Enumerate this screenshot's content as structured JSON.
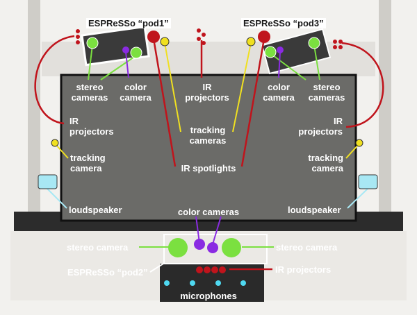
{
  "labels": {
    "pod1": "ESPReSSo “pod1”",
    "pod3": "ESPReSSo “pod3”",
    "pod2": "ESPReSSo “pod2”",
    "stereo_cameras_left": "stereo\ncameras",
    "color_camera_left": "color\ncamera",
    "ir_projectors_top": "IR\nprojectors",
    "color_camera_right": "color\ncamera",
    "stereo_cameras_right": "stereo\ncameras",
    "ir_projectors_left": "IR\nprojectors",
    "ir_projectors_right": "IR\nprojectors",
    "tracking_cameras_center": "tracking\ncameras",
    "tracking_camera_left": "tracking\ncamera",
    "tracking_camera_right": "tracking\ncamera",
    "ir_spotlights": "IR spotlights",
    "loudspeaker_left": "loudspeaker",
    "loudspeaker_right": "loudspeaker",
    "color_cameras_bottom": "color cameras",
    "stereo_camera_left": "stereo camera",
    "stereo_camera_right": "stereo camera",
    "ir_projectors_bottom": "IR projectors",
    "microphones": "microphones"
  },
  "colors": {
    "stereo": "#7be040",
    "color_cam": "#8a2be2",
    "ir_projector": "#c0141c",
    "tracking": "#f0e020",
    "loudspeaker": "#a8e8f4",
    "microphone": "#4fd8f0",
    "screen": "#6b6b68",
    "frame": "#d8d6d2"
  }
}
